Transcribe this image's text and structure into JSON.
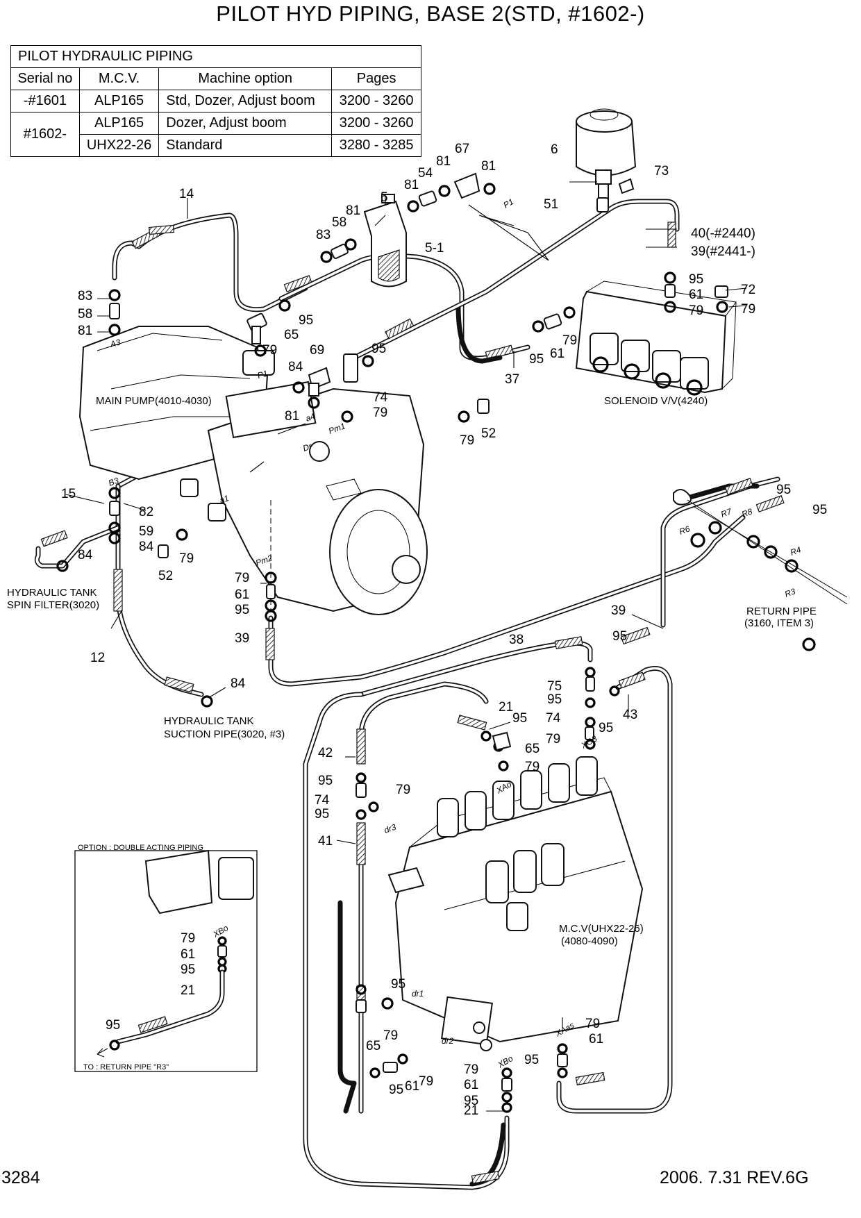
{
  "title": "PILOT HYD PIPING, BASE 2(STD,  #1602-)",
  "table": {
    "caption": "PILOT HYDRAULIC PIPING",
    "headers": [
      "Serial no",
      "M.C.V.",
      "Machine option",
      "Pages"
    ],
    "rows": [
      {
        "serial": "-#1601",
        "mcv": "ALP165",
        "option": "Std, Dozer, Adjust boom",
        "pages": "3200 - 3260"
      },
      {
        "serial": "#1602-",
        "mcv": "ALP165",
        "option": "Dozer, Adjust boom",
        "pages": "3200 - 3260"
      },
      {
        "serial": "",
        "mcv": "UHX22-26",
        "option": "Standard",
        "pages": "3280 - 3285"
      }
    ]
  },
  "labels": {
    "main_pump": "MAIN PUMP(4010-4030)",
    "solenoid": "SOLENOID V/V(4240)",
    "spin_filter_1": "HYDRAULIC TANK",
    "spin_filter_2": "SPIN FILTER(3020)",
    "suction_1": "HYDRAULIC TANK",
    "suction_2": "SUCTION PIPE(3020, #3)",
    "return_pipe_1": "RETURN PIPE",
    "return_pipe_2": "(3160, ITEM 3)",
    "mcv_1": "M.C.V(UHX22-26)",
    "mcv_2": "(4080-4090)",
    "option_title": "OPTION : DOUBLE ACTING PIPING",
    "option_return": "TO : RETURN PIPE \"R3\""
  },
  "ports": {
    "p1": "P1",
    "a3": "A3",
    "p1b": "P1",
    "a4": "a4",
    "pm1": "Pm1",
    "dr": "Dr",
    "b3": "B3",
    "a1": "a1",
    "pm2": "Pm2",
    "r7": "R7",
    "r8": "R8",
    "r6": "R6",
    "r4": "R4",
    "r3": "R3",
    "xo3": "XO3",
    "xao": "XAo",
    "dr3": "dr3",
    "dr1": "dr1",
    "dr2": "dr2",
    "xbo": "XBo",
    "xaas": "XAas",
    "xbo_opt": "XBo"
  },
  "parts": {
    "p14": "14",
    "p83a": "83",
    "p58a": "58",
    "p81a": "81",
    "p65a": "65",
    "p95a": "95",
    "p83b": "83",
    "p58b": "58",
    "p81b": "81",
    "p5": "5",
    "p5_1": "5-1",
    "p81c": "81",
    "p54": "54",
    "p81d": "81",
    "p67": "67",
    "p81e": "81",
    "p6": "6",
    "p73": "73",
    "p51": "51",
    "p40": "40(-#2440)",
    "p39s": "39(#2441-)",
    "p95b": "95",
    "p61a": "61",
    "p79a": "79",
    "p72": "72",
    "p79b": "79",
    "p79c": "79",
    "p61b": "61",
    "p95c": "95",
    "p37": "37",
    "p79d": "79",
    "p69": "69",
    "p84a": "84",
    "p95d": "95",
    "p74a": "74",
    "p79e": "79",
    "p81f": "81",
    "p79f": "79",
    "p52a": "52",
    "p15": "15",
    "p82": "82",
    "p59": "59",
    "p84b": "84",
    "p84c": "84",
    "p52b": "52",
    "p79g": "79",
    "p79h": "79",
    "p61c": "61",
    "p95e": "95",
    "p39": "39",
    "p12": "12",
    "p84d": "84",
    "p95f": "95",
    "p95g": "95",
    "p39b": "39",
    "p38": "38",
    "p95h": "95",
    "p75": "75",
    "p95i": "95",
    "p74b": "74",
    "p79i": "79",
    "p95j": "95",
    "p43": "43",
    "p21a": "21",
    "p95k": "95",
    "p65b": "65",
    "p79j": "79",
    "p42": "42",
    "p95l": "95",
    "p74c": "74",
    "p95m": "95",
    "p79k": "79",
    "p41": "41",
    "p95n": "95",
    "p65c": "65",
    "p79l": "79",
    "p95o": "95",
    "p61d": "61",
    "p79m": "79",
    "p79n": "79",
    "p61e": "61",
    "p95p": "95",
    "p21b": "21",
    "p79o": "79",
    "p61f": "61",
    "p95q": "95",
    "o79": "79",
    "o61": "61",
    "o95a": "95",
    "o21": "21",
    "o95b": "95"
  },
  "footer": {
    "page": "3284",
    "date_rev": "2006. 7.31  REV.6G"
  }
}
